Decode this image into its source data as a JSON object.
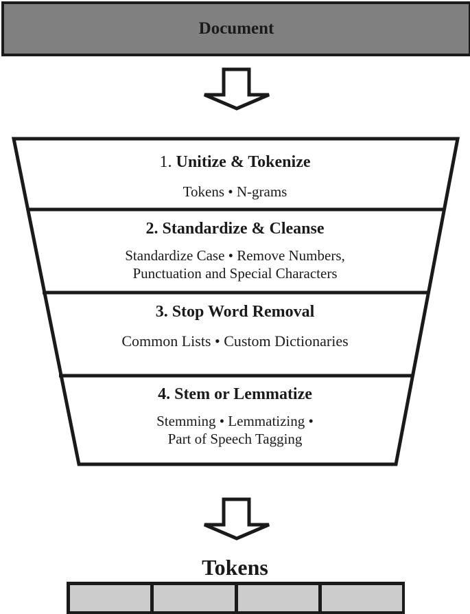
{
  "input": {
    "label": "Document"
  },
  "stages": [
    {
      "number": "1.",
      "title": "Unitize & Tokenize",
      "description_lines": [
        "Tokens • N-grams"
      ]
    },
    {
      "number": "2.",
      "title": "Standardize & Cleanse",
      "description_lines": [
        "Standardize Case • Remove Numbers,",
        "Punctuation and Special Characters"
      ]
    },
    {
      "number": "3.",
      "title": "Stop Word Removal",
      "description_lines": [
        "Common Lists • Custom Dictionaries"
      ]
    },
    {
      "number": "4.",
      "title": "Stem or Lemmatize",
      "description_lines": [
        "Stemming • Lemmatizing •",
        "Part of Speech Tagging"
      ]
    }
  ],
  "output": {
    "label": "Tokens",
    "token_count": 4
  },
  "colors": {
    "document_fill": "#808080",
    "token_fill": "#cccccc",
    "stroke": "#1a1a1a"
  }
}
